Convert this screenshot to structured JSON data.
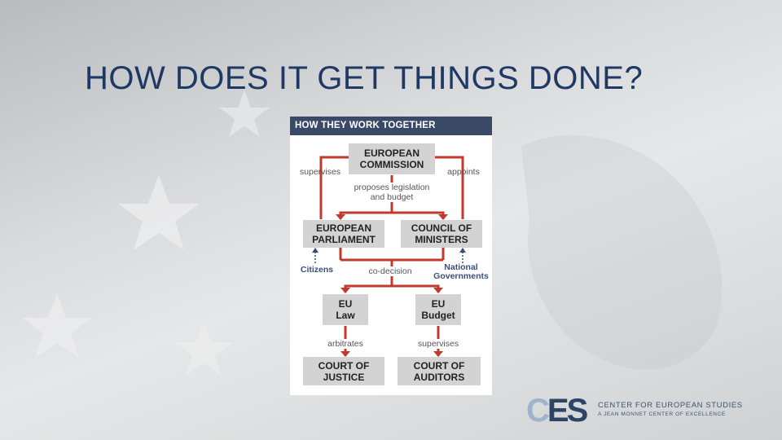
{
  "slide": {
    "title": "HOW DOES IT GET THINGS DONE?"
  },
  "diagram": {
    "header": "HOW THEY WORK TOGETHER",
    "nodes": {
      "commission": [
        "EUROPEAN",
        "COMMISSION"
      ],
      "parliament": [
        "EUROPEAN",
        "PARLIAMENT"
      ],
      "council": [
        "COUNCIL OF",
        "MINISTERS"
      ],
      "eu_law": [
        "EU",
        "Law"
      ],
      "eu_budget": [
        "EU",
        "Budget"
      ],
      "court_justice": [
        "COURT OF",
        "JUSTICE"
      ],
      "court_auditors": [
        "COURT OF",
        "AUDITORS"
      ]
    },
    "labels": {
      "supervises_left": "supervises",
      "appoints": "appoints",
      "proposes": [
        "proposes legislation",
        "and budget"
      ],
      "citizens": "Citizens",
      "co_decision": "co-decision",
      "national_governments": [
        "National",
        "Governments"
      ],
      "arbitrates": "arbitrates",
      "supervises_bottom": "supervises"
    },
    "colors": {
      "connector": "#c0392b",
      "header_bg": "#3a4a66",
      "box_bg": "#d3d3d3",
      "label_blue": "#3a4f78"
    }
  },
  "logo": {
    "mark": "CES",
    "line1": "CENTER FOR EUROPEAN STUDIES",
    "line2": "A JEAN MONNET CENTER OF EXCELLENCE",
    "colors": {
      "light": "#9fb3cc",
      "dark": "#2c4466"
    }
  }
}
